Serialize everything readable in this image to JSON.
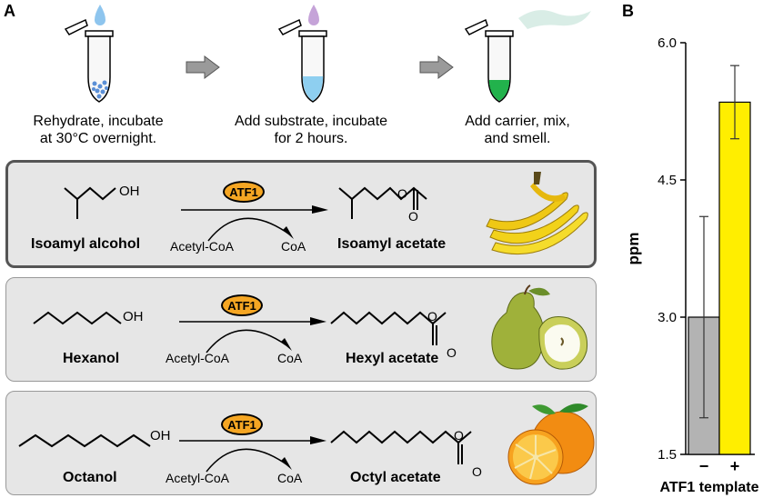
{
  "panel_a": {
    "letter": "A",
    "steps": [
      {
        "line1": "Rehydrate, incubate",
        "line2": "at 30°C overnight."
      },
      {
        "line1": "Add substrate, incubate",
        "line2": "for 2 hours."
      },
      {
        "line1": "Add carrier, mix,",
        "line2": "and smell."
      }
    ],
    "reactions": [
      {
        "enzyme": "ATF1",
        "substrate": "Isoamyl alcohol",
        "cofactor_in": "Acetyl-CoA",
        "cofactor_out": "CoA",
        "product": "Isoamyl acetate",
        "oh": "OH",
        "o": "O",
        "fruit": "banana-icon"
      },
      {
        "enzyme": "ATF1",
        "substrate": "Hexanol",
        "cofactor_in": "Acetyl-CoA",
        "cofactor_out": "CoA",
        "product": "Hexyl acetate",
        "oh": "OH",
        "o": "O",
        "fruit": "pear-icon"
      },
      {
        "enzyme": "ATF1",
        "substrate": "Octanol",
        "cofactor_in": "Acetyl-CoA",
        "cofactor_out": "CoA",
        "product": "Octyl acetate",
        "oh": "OH",
        "o": "O",
        "fruit": "orange-icon"
      }
    ]
  },
  "panel_b": {
    "letter": "B"
  },
  "chart_data": {
    "type": "bar",
    "ylabel": "ppm",
    "xlabel": "ATF1 template",
    "ylim": [
      1.5,
      6.0
    ],
    "yticks": [
      "1.5",
      "3.0",
      "4.5",
      "6.0"
    ],
    "ytick_values": [
      1.5,
      3.0,
      4.5,
      6.0
    ],
    "categories": [
      "−",
      "+"
    ],
    "values": [
      3.0,
      5.35
    ],
    "errors": [
      [
        1.9,
        4.1
      ],
      [
        4.95,
        5.75
      ]
    ],
    "colors": [
      "#b3b3b3",
      "#ffee00"
    ]
  }
}
